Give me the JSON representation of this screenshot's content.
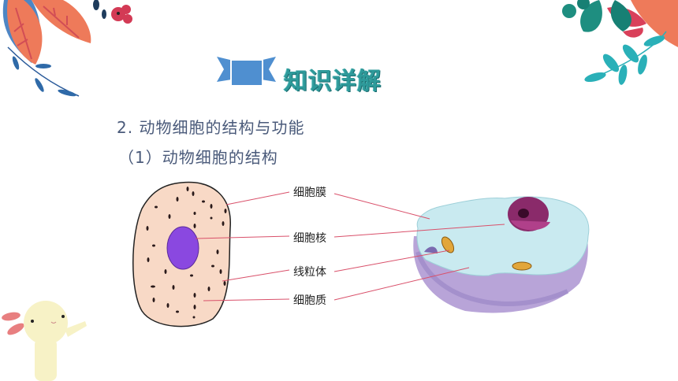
{
  "slide": {
    "section_title": "知识详解",
    "heading": "2. 动物细胞的结构与功能",
    "subheading": "（1）动物细胞的结构"
  },
  "diagram": {
    "labels": [
      {
        "id": "membrane",
        "text": "细胞膜"
      },
      {
        "id": "nucleus",
        "text": "细胞核"
      },
      {
        "id": "mitochondria",
        "text": "线粒体"
      },
      {
        "id": "cytoplasm",
        "text": "细胞质"
      }
    ],
    "leader_color": "#d9506a"
  },
  "colors": {
    "title_teal": "#2e9a9a",
    "banner_blue": "#4f8fd0",
    "text_slate": "#4a5a7a",
    "cell_fill": "#f8d9c6",
    "nucleus_fill": "#8a48e0"
  }
}
